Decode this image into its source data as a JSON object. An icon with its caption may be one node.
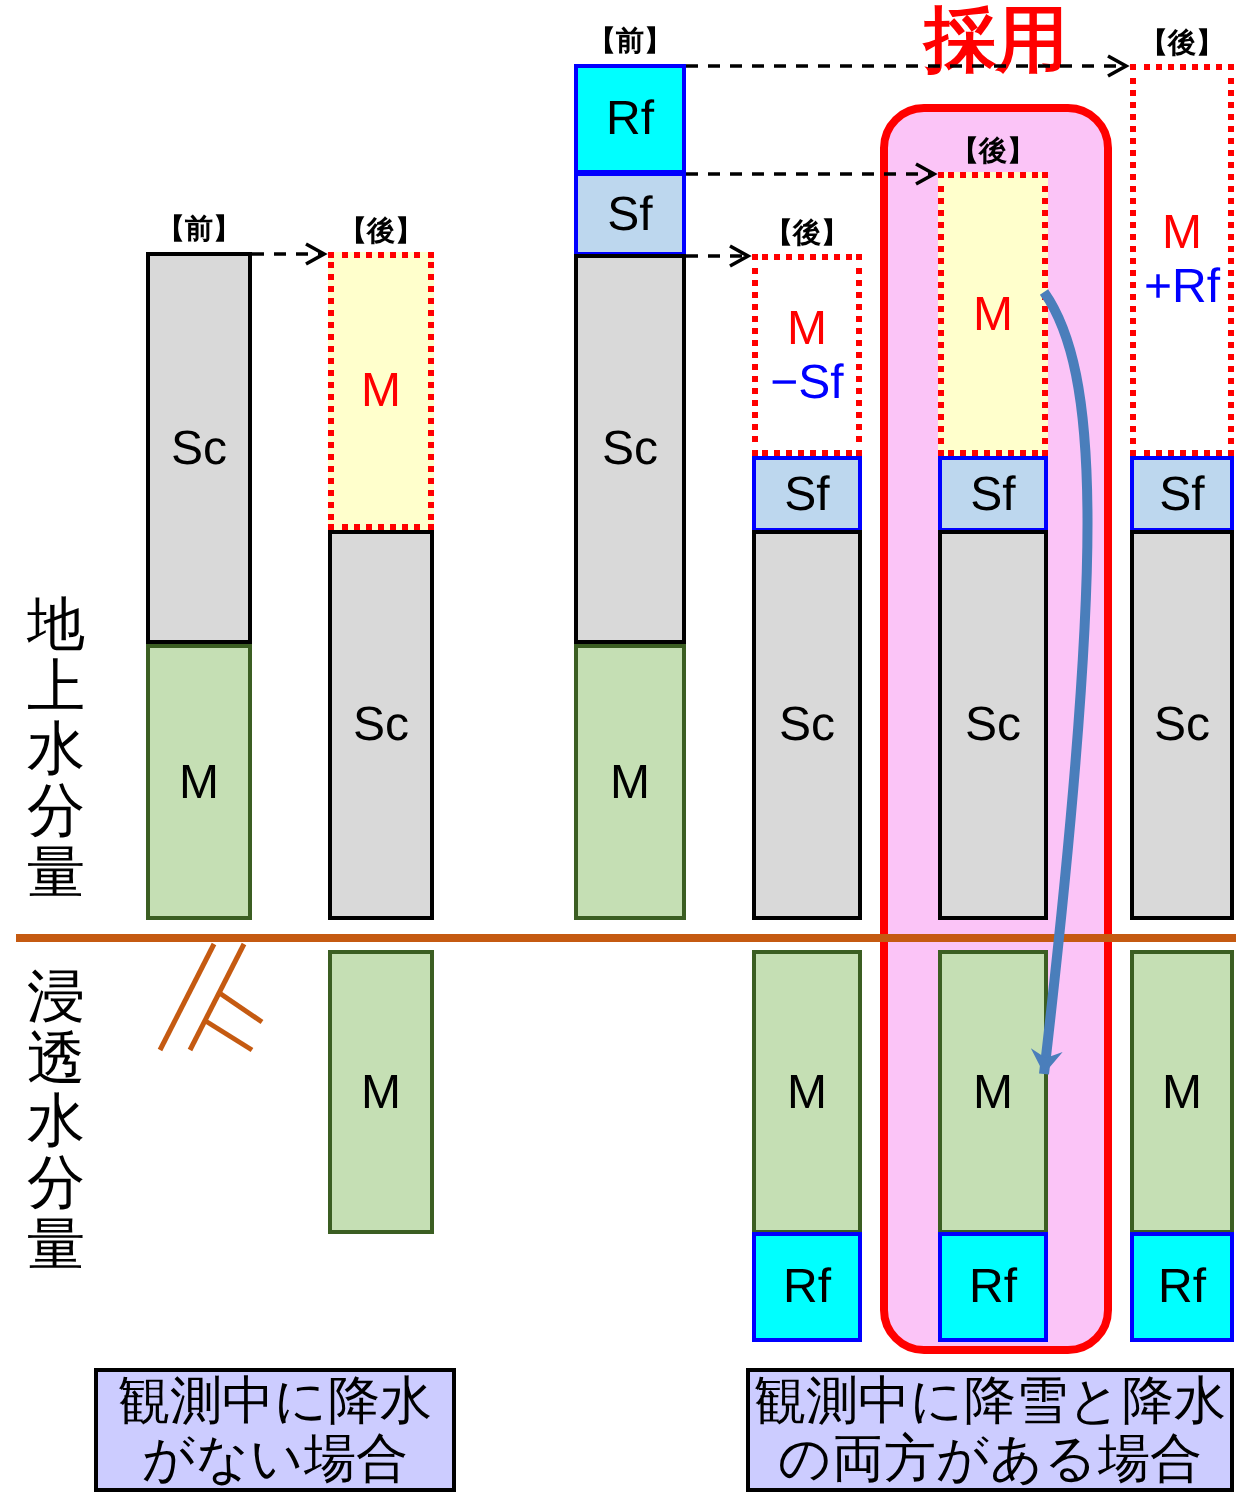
{
  "diagram": {
    "nodes": [
      {
        "text": [
          "Sc"
        ],
        "beside": [
          "【前】"
        ]
      },
      {
        "text": [
          "M"
        ]
      },
      {
        "text": [
          "M"
        ],
        "beside": [
          "【後】"
        ]
      },
      {
        "text": [
          "Sc"
        ]
      },
      {
        "text": [
          "M"
        ]
      },
      {
        "text": [
          "Rf"
        ],
        "beside": [
          "【前】"
        ]
      },
      {
        "text": [
          "Sf"
        ]
      },
      {
        "text": [
          "Sc"
        ]
      },
      {
        "text": [
          "M"
        ]
      },
      {
        "text": [
          "M",
          "−Sf"
        ],
        "beside": [
          "【後】"
        ]
      },
      {
        "text": [
          "Sf"
        ]
      },
      {
        "text": [
          "Sc"
        ]
      },
      {
        "text": [
          "M"
        ]
      },
      {
        "text": [
          "Rf"
        ]
      },
      {
        "text": [
          "採用"
        ]
      },
      {
        "text": [
          "M"
        ],
        "in": 14,
        "beside": [
          "【後】"
        ]
      },
      {
        "text": [
          "Sf"
        ],
        "in": 14
      },
      {
        "text": [
          "Sc"
        ],
        "in": 14
      },
      {
        "text": [
          "M"
        ],
        "in": 14
      },
      {
        "text": [
          "Rf"
        ],
        "in": 14
      },
      {
        "text": [
          "M",
          "+Rf"
        ],
        "beside": [
          "【後】"
        ]
      },
      {
        "text": [
          "Sf"
        ]
      },
      {
        "text": [
          "Sc"
        ]
      },
      {
        "text": [
          "M"
        ]
      },
      {
        "text": [
          "Rf"
        ]
      },
      {
        "text": [
          "観測中に降水がない場合"
        ]
      },
      {
        "text": [
          "観測中に降雪と降水の両方がある場合"
        ]
      }
    ],
    "edges": [
      {
        "from": 0,
        "to": 2,
        "arrow": "to",
        "style": "dashed"
      },
      {
        "from": 5,
        "to": 20,
        "arrow": "to",
        "style": "dashed"
      },
      {
        "from": 6,
        "to": 15,
        "arrow": "to",
        "style": "dashed"
      },
      {
        "from": 7,
        "to": 9,
        "arrow": "to",
        "style": "dashed"
      },
      {
        "from": 15,
        "to": 18,
        "arrow": "to",
        "style": "thick",
        "color": "#4a7ebb"
      }
    ],
    "labels": [
      "地上水分量",
      "浸透水分量"
    ]
  }
}
